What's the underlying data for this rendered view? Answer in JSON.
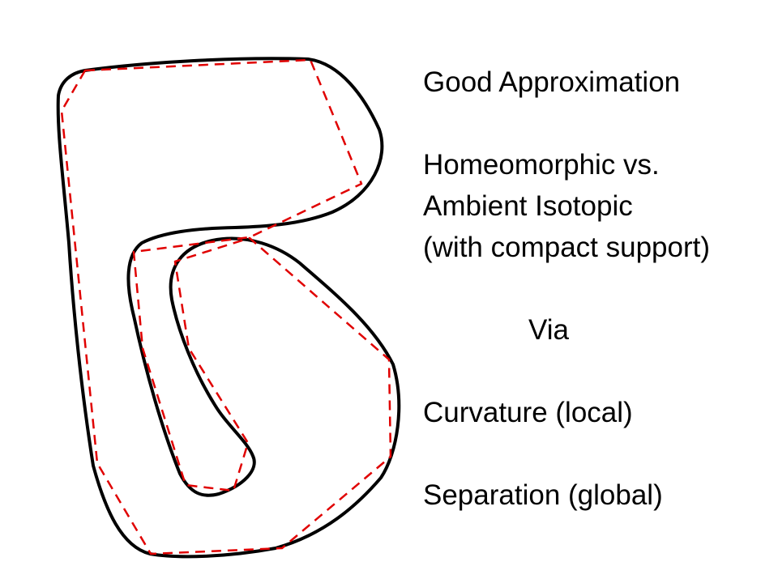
{
  "text": {
    "good_approx": "Good Approximation",
    "homeomorphic": "Homeomorphic vs.",
    "ambient": "Ambient Isotopic",
    "compact": "(with compact support)",
    "via": "Via",
    "curvature": "Curvature (local)",
    "separation": "Separation (global)"
  },
  "colors": {
    "curve": "#000000",
    "approximation": "#e00000"
  }
}
